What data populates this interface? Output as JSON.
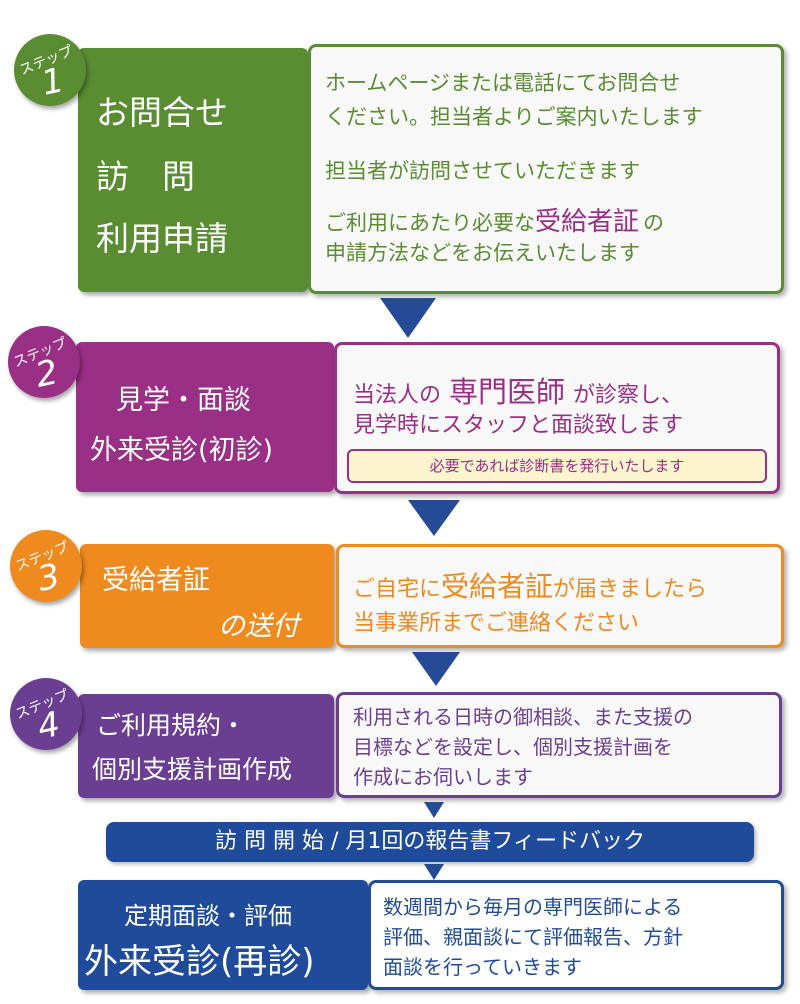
{
  "colors": {
    "green": "#5a8c32",
    "purple": "#9a2f86",
    "orange": "#ee8a1e",
    "violet": "#6a3f92",
    "navy": "#1f4b9a",
    "arrow": "#254b96",
    "note_bg": "#fbf4cf"
  },
  "step_label": "ステップ",
  "step1": {
    "number": "1",
    "left_lines": [
      "お問合せ",
      "訪　問",
      "利用申請"
    ],
    "desc1": [
      "ホームページまたは電話にてお問合せ",
      "ください。担当者よりご案内いたします"
    ],
    "desc2": "担当者が訪問させていただきます",
    "desc3_before": "ご利用にあたり必要な",
    "desc3_highlight": "受給者証",
    "desc3_after": "の",
    "desc3_line2": "申請方法などをお伝えいたします"
  },
  "step2": {
    "number": "2",
    "left_lines": [
      "見学・面談",
      "外来受診(初診)"
    ],
    "desc_before": "当法人の",
    "desc_highlight": "専門医師",
    "desc_after": "が診察し、",
    "desc_line2": "見学時にスタッフと面談致します",
    "note": "必要であれば診断書を発行いたします"
  },
  "step3": {
    "number": "3",
    "left_lines": [
      "受給者証",
      "の送付"
    ],
    "desc_before": "ご自宅に",
    "desc_highlight": "受給者証",
    "desc_after": "が届きましたら",
    "desc_line2": "当事業所までご連絡ください"
  },
  "step4": {
    "number": "4",
    "left_lines": [
      "ご利用規約・",
      "個別支援計画作成"
    ],
    "desc_lines": [
      "利用される日時の御相談、また支援の",
      "目標などを設定し、個別支援計画を",
      "作成にお伺いします"
    ]
  },
  "banner": "訪 問 開 始 / 月1回の報告書フィードバック",
  "final": {
    "left_lines": [
      "定期面談・評価",
      "外来受診(再診)"
    ],
    "desc_lines": [
      "数週間から毎月の専門医師による",
      "評価、親面談にて評価報告、方針",
      "面談を行っていきます"
    ]
  }
}
